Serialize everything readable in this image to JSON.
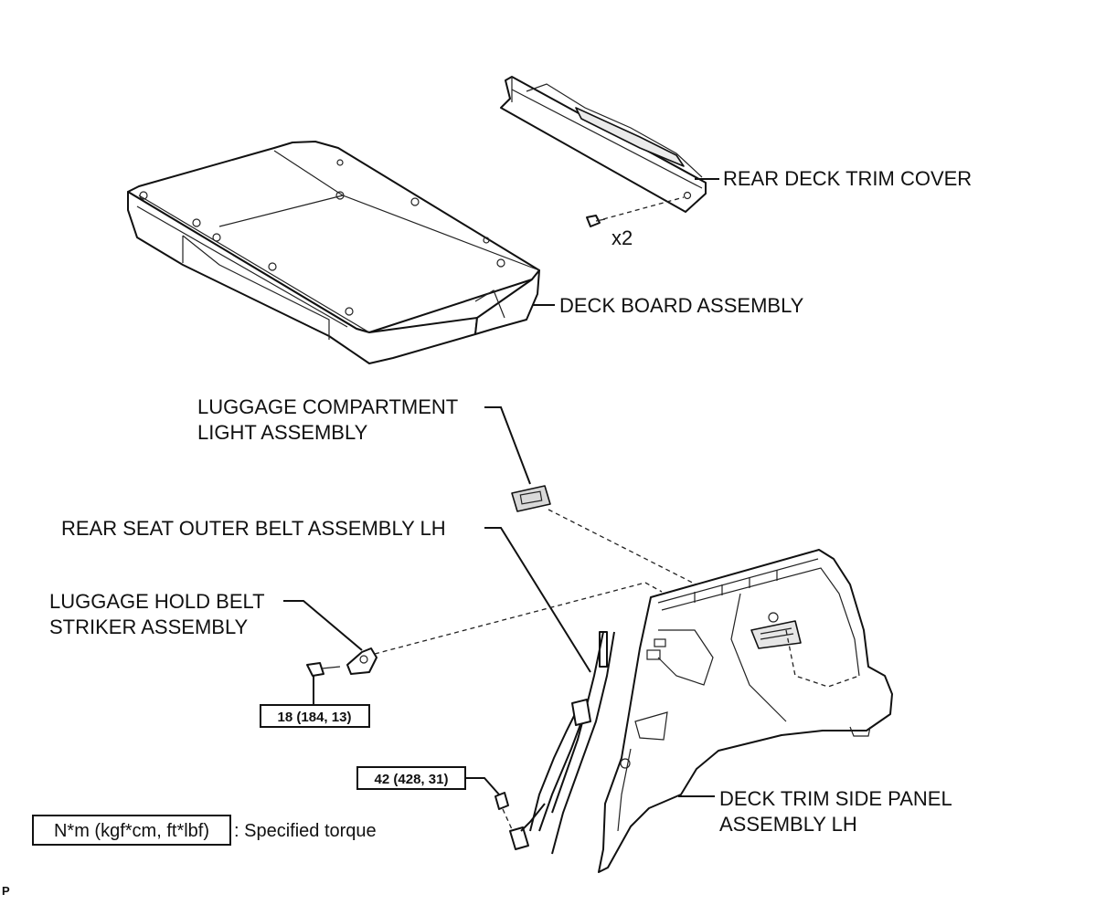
{
  "labels": {
    "rear_deck_trim_cover": "REAR DECK TRIM COVER",
    "fastener_qty": "x2",
    "deck_board_assembly": "DECK BOARD ASSEMBLY",
    "luggage_light_line1": "LUGGAGE COMPARTMENT",
    "luggage_light_line2": "LIGHT ASSEMBLY",
    "rear_seat_belt": "REAR SEAT OUTER BELT ASSEMBLY LH",
    "hold_belt_line1": "LUGGAGE HOLD BELT",
    "hold_belt_line2": "STRIKER ASSEMBLY",
    "side_panel_line1": "DECK TRIM SIDE PANEL",
    "side_panel_line2": "ASSEMBLY LH"
  },
  "torque": {
    "striker_bolt": "18 (184, 13)",
    "belt_bolt": "42 (428, 31)"
  },
  "legend": {
    "unit": "N*m (kgf*cm, ft*lbf)",
    "description": ": Specified torque"
  },
  "corner_mark": "P"
}
